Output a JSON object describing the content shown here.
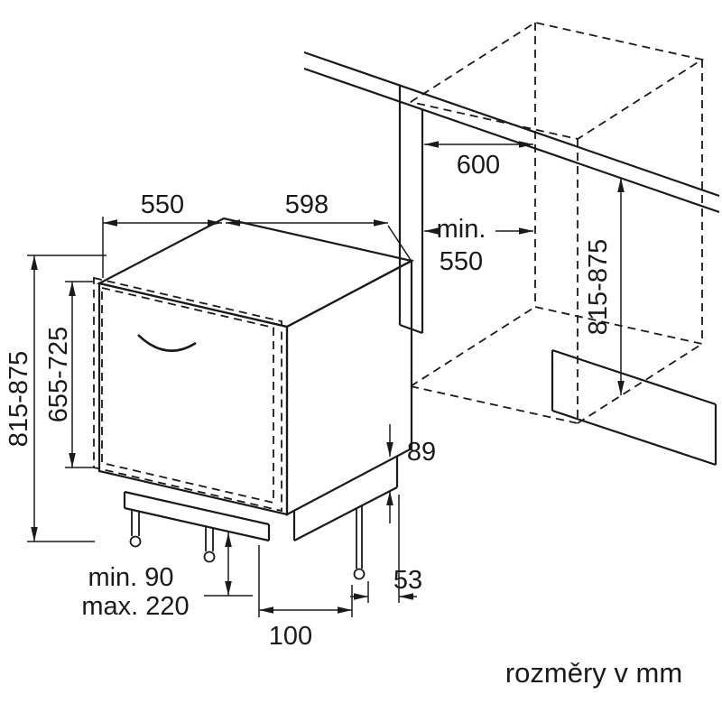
{
  "colors": {
    "line": "#1a1a1a",
    "background": "#ffffff"
  },
  "caption": "rozměry v mm",
  "dimensions": {
    "top_depth": "550",
    "width": "598",
    "niche_width": "600",
    "niche_min_label": "min.",
    "niche_min_value": "550",
    "appliance_height": "815-875",
    "door_panel_height": "655-725",
    "niche_height": "815-875",
    "base_frame_height": "89",
    "rear_foot_setback": "53",
    "front_foot_inset": "100",
    "plinth_height_min": "min. 90",
    "plinth_height_max": "max. 220"
  }
}
